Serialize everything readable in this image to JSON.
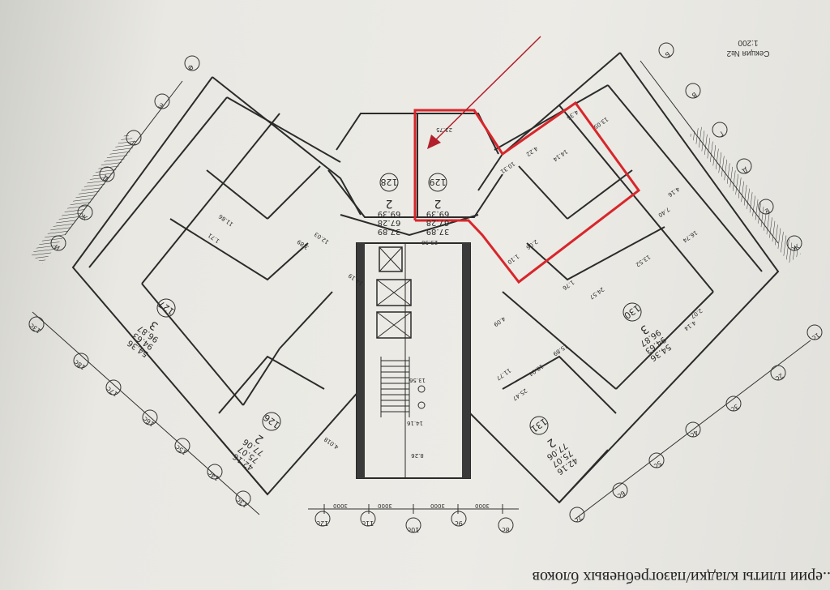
{
  "section_label": "Секция №2",
  "scale_label": "1:200",
  "caption": "...ерии плиты кладки/пазогребневых блоков",
  "highlight_color": "#d8262b",
  "apartments": [
    {
      "id": "126",
      "rooms": "2",
      "area_total": "77.06",
      "area_living": "75.07",
      "area_kitchen": "42.16"
    },
    {
      "id": "127",
      "rooms": "3",
      "area_total": "96.87",
      "area_living": "94.63",
      "area_kitchen": "54.36"
    },
    {
      "id": "128",
      "rooms": "2",
      "area_total": "69.39",
      "area_living": "67.28",
      "area_kitchen": "37.89"
    },
    {
      "id": "129",
      "rooms": "2",
      "area_total": "69.39",
      "area_living": "67.28",
      "area_kitchen": "37.89"
    },
    {
      "id": "130",
      "rooms": "3",
      "area_total": "96.87",
      "area_living": "94.63",
      "area_kitchen": "54.36"
    },
    {
      "id": "131",
      "rooms": "2",
      "area_total": "77.06",
      "area_living": "75.07",
      "area_kitchen": "42.16"
    }
  ],
  "room_areas": [
    "23.75",
    "14.14",
    "10.31",
    "4.22",
    "4.36",
    "13.05",
    "4.16",
    "7.40",
    "16.74",
    "13.52",
    "1.76",
    "24.57",
    "4.14",
    "2.07",
    "15.89",
    "18.04",
    "11.77",
    "25.47",
    "13.56",
    "14.16",
    "8.26",
    "23.50",
    "11.86",
    "12.03",
    "14.19",
    "3.89",
    "2.06",
    "1.10",
    "4.09",
    "4.018",
    "1.71"
  ],
  "axis_letters_left": [
    "Ф",
    "Е",
    "Г",
    "Д",
    "Ж",
    "И",
    "К",
    "Л",
    "М"
  ],
  "axis_letters_right": [
    "Б",
    "В",
    "Г",
    "Д",
    "Е",
    "Ж"
  ],
  "axis_numbers_bottom": [
    "12с",
    "11с",
    "10с",
    "9с",
    "8с"
  ],
  "axis_numbers_left": [
    "13с",
    "18с",
    "17с",
    "16с",
    "15с",
    "14с",
    "13с"
  ],
  "axis_numbers_right": [
    "1с",
    "2с",
    "3с",
    "4с",
    "5с",
    "6с",
    "7с"
  ],
  "dim_3000": "3000"
}
